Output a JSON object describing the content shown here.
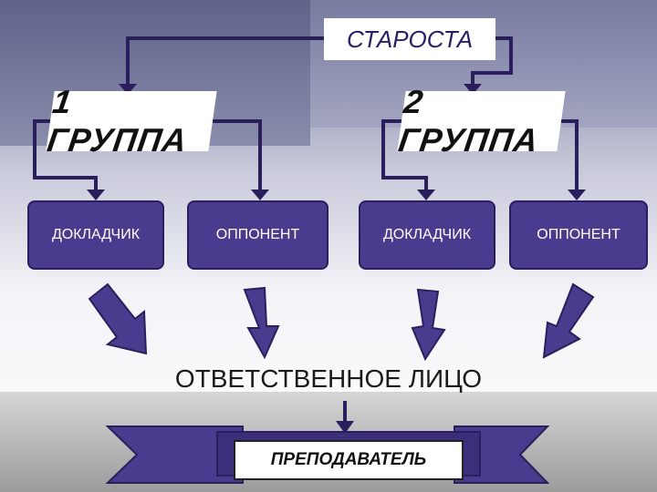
{
  "head": {
    "label": "СТАРОСТА"
  },
  "groups": [
    {
      "label": "1 ГРУППА"
    },
    {
      "label": "2 ГРУППА"
    }
  ],
  "roles": [
    {
      "label": "ДОКЛАДЧИК"
    },
    {
      "label": "ОППОНЕНТ"
    },
    {
      "label": "ДОКЛАДЧИК"
    },
    {
      "label": "ОППОНЕНТ"
    }
  ],
  "responsible": {
    "label": "ОТВЕТСТВЕННОЕ ЛИЦО"
  },
  "teacher": {
    "label": "ПРЕПОДАВАТЕЛЬ"
  },
  "colors": {
    "accent": "#4b3b8f",
    "connector": "#2a1f5c",
    "background": "#ffffff"
  }
}
